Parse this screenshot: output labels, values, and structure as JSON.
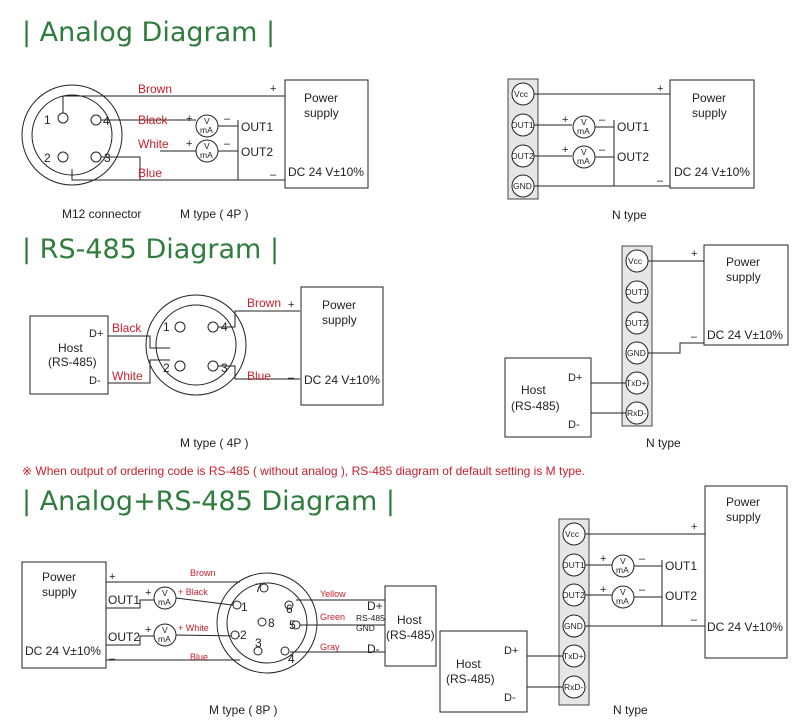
{
  "sections": {
    "analog": "| Analog Diagram |",
    "rs485": "| RS-485 Diagram |",
    "combo": "| Analog+RS-485 Diagram |"
  },
  "common": {
    "power_line1": "Power",
    "power_line2": "supply",
    "dc": "DC 24 V±10%",
    "plus": "+",
    "minus": "–",
    "host_line1": "Host",
    "host_line2": "(RS-485)",
    "d_plus": "D+",
    "d_minus": "D-",
    "v": "V",
    "ma": "mA",
    "out1": "OUT1",
    "out2": "OUT2",
    "m_type_4p": "M type ( 4P )",
    "m_type_8p": "M type ( 8P )",
    "n_type": "N type",
    "m12": "M12 connector"
  },
  "wires": {
    "brown": "Brown",
    "black": "Black",
    "white": "White",
    "blue": "Blue",
    "yellow": "Yellow",
    "green": "Green",
    "gray": "Gray",
    "plus_black": "+ Black",
    "plus_white": "+ White"
  },
  "pins": [
    "1",
    "2",
    "3",
    "4",
    "5",
    "6",
    "7",
    "8"
  ],
  "terminals": {
    "vcc": "Vcc",
    "out1": "OUT1",
    "out2": "OUT2",
    "gnd": "GND",
    "txd": "TxD+",
    "rxd": "RxD-",
    "rs485": "RS-485",
    "gnd_lbl": "GND"
  },
  "note": "※ When output of ordering code is RS-485 ( without analog ), RS-485 diagram of default setting is M type."
}
